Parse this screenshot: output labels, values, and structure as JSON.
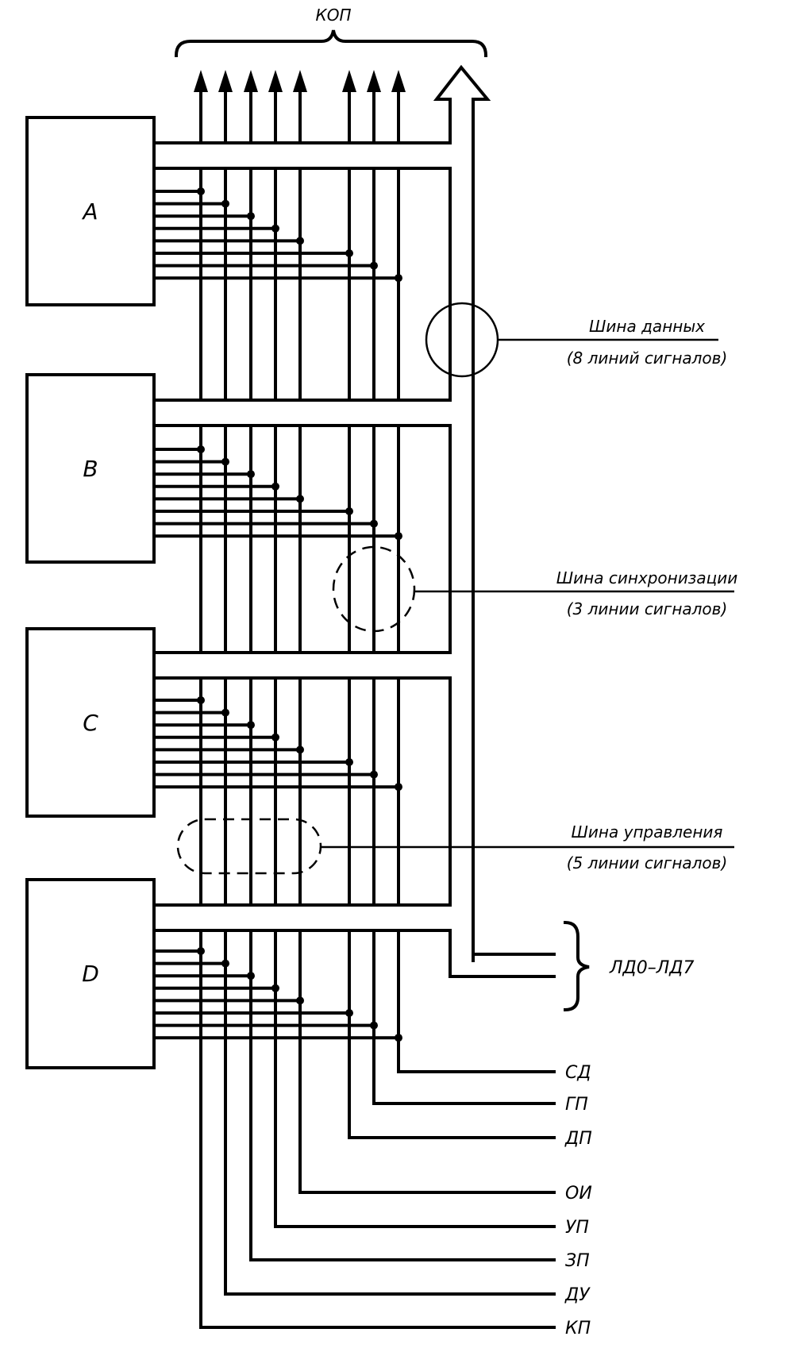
{
  "diagram": {
    "top_label": "КОП",
    "devices": [
      {
        "id": "A",
        "label": "A"
      },
      {
        "id": "B",
        "label": "B"
      },
      {
        "id": "C",
        "label": "C"
      },
      {
        "id": "D",
        "label": "D"
      }
    ],
    "buses": {
      "data": {
        "title": "Шина данных",
        "subtitle": "(8 линий сигналов)"
      },
      "sync": {
        "title": "Шина синхронизации",
        "subtitle": "(3 линии сигналов)"
      },
      "control": {
        "title": "Шина управления",
        "subtitle": "(5 линии сигналов)"
      }
    },
    "data_lines_label": "ЛД0–ЛД7",
    "signals": [
      {
        "label": "СД"
      },
      {
        "label": "ГП"
      },
      {
        "label": "ДП"
      },
      {
        "label": "ОИ"
      },
      {
        "label": "УП"
      },
      {
        "label": "ЗП"
      },
      {
        "label": "ДУ"
      },
      {
        "label": "КП"
      }
    ]
  }
}
